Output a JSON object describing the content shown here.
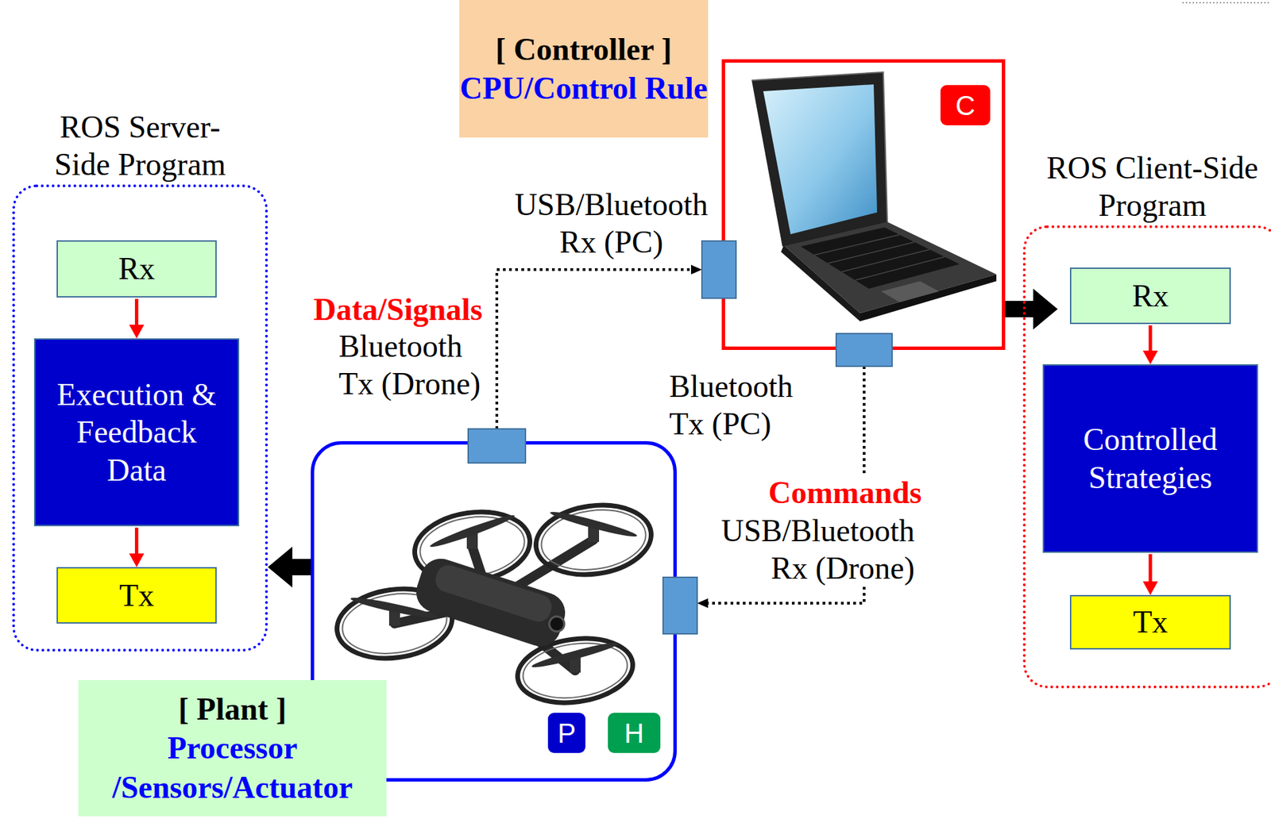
{
  "diagram": {
    "nodes": [
      {
        "text": [
          "ROS Server-Side Program"
        ]
      },
      {
        "text": [
          "Rx"
        ],
        "in": 0
      },
      {
        "text": [
          "Execution & Feedback Data"
        ],
        "in": 0
      },
      {
        "text": [
          "Tx"
        ],
        "in": 0
      },
      {
        "text": [
          "[ Controller ]",
          "CPU/Control Rule"
        ]
      },
      {
        "text": []
      },
      {
        "text": [
          "C"
        ],
        "in": 5
      },
      {
        "text": [
          "ROS Client-Side Program"
        ]
      },
      {
        "text": [
          "Rx"
        ],
        "in": 7
      },
      {
        "text": [
          "Controlled Strategies"
        ],
        "in": 7
      },
      {
        "text": [
          "Tx"
        ],
        "in": 7
      },
      {
        "text": []
      },
      {
        "text": [
          "P"
        ],
        "in": 11
      },
      {
        "text": [
          "H"
        ],
        "in": 11
      },
      {
        "text": [
          "[ Plant ]",
          "Processor /Sensors/Actuator"
        ]
      }
    ],
    "edges": [
      {
        "from": 1,
        "to": 2,
        "arrow": "to"
      },
      {
        "from": 2,
        "to": 3,
        "arrow": "to"
      },
      {
        "from": 8,
        "to": 9,
        "arrow": "to"
      },
      {
        "from": 9,
        "to": 10,
        "arrow": "to"
      },
      {
        "from": 11,
        "to": 5,
        "label": "Data/Signals",
        "arrow": "to"
      },
      {
        "from": 5,
        "to": 11,
        "label": "Commands",
        "arrow": "to"
      },
      {
        "from": 5,
        "to": 7,
        "arrow": "to"
      },
      {
        "from": 11,
        "to": 0,
        "arrow": "to"
      }
    ],
    "labels": [
      "USB/Bluetooth Rx (PC)",
      "Bluetooth Tx (Drone)",
      "Bluetooth Tx (PC)",
      "USB/Bluetooth Rx (Drone)"
    ]
  }
}
